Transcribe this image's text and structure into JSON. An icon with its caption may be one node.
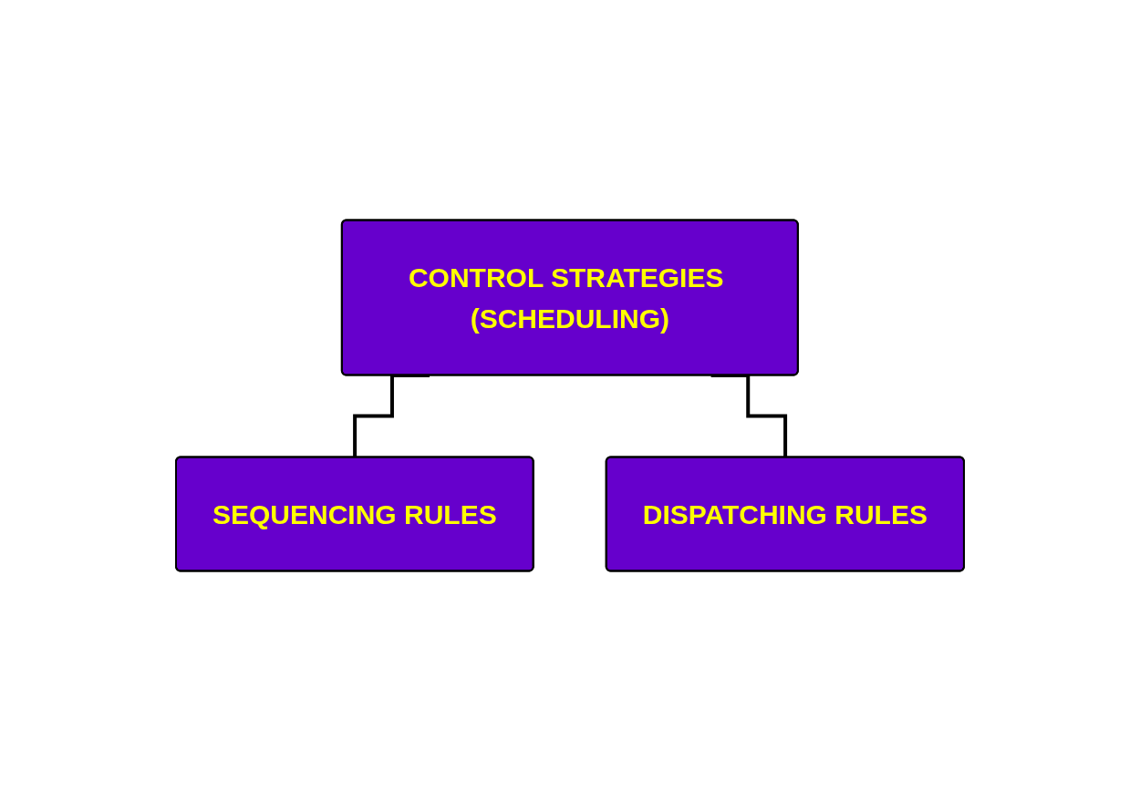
{
  "diagram": {
    "nodes": [
      {
        "text": [
          "CONTROL STRATEGIES (SCHEDULING)"
        ]
      },
      {
        "text": [
          "SEQUENCING RULES"
        ]
      },
      {
        "text": [
          "DISPATCHING RULES"
        ]
      }
    ],
    "edges": [
      {
        "from": 0,
        "to": 1,
        "arrow": "none"
      },
      {
        "from": 0,
        "to": 2,
        "arrow": "none"
      }
    ]
  }
}
